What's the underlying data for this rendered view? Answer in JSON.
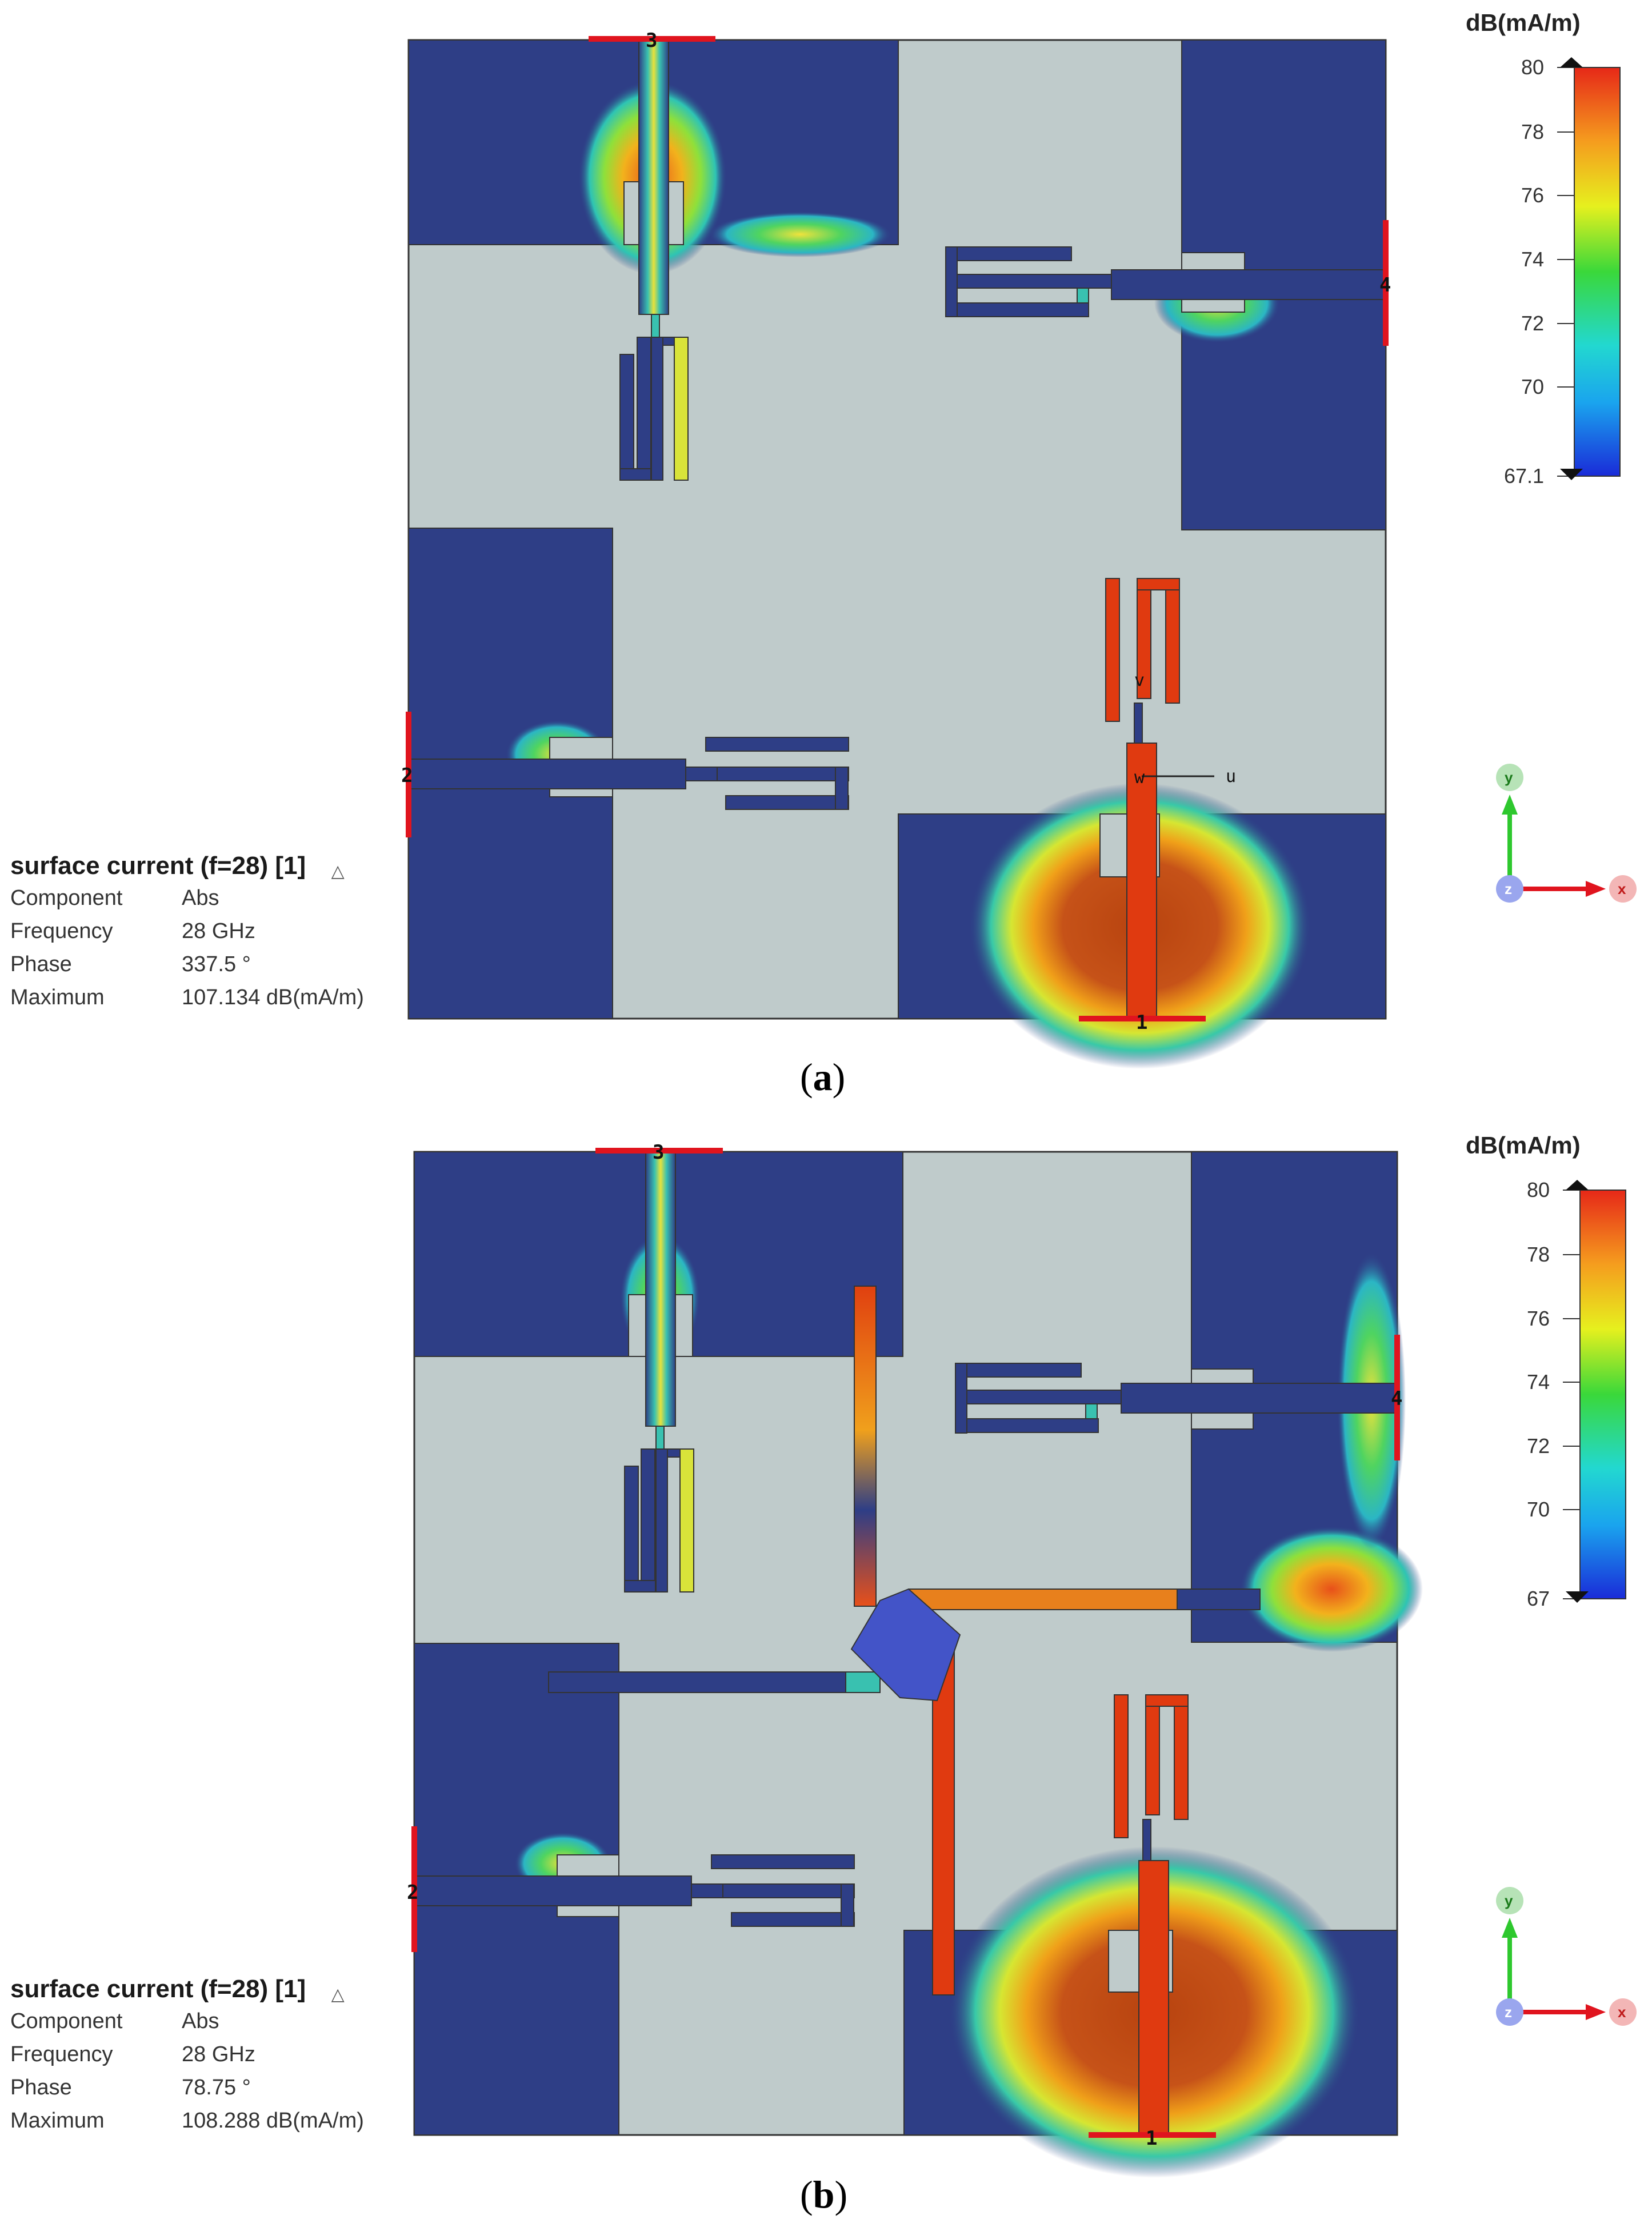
{
  "panels": [
    {
      "id": "a",
      "caption": "a",
      "legend": {
        "unit": "dB(mA/m)",
        "max_label": "80",
        "min_label": "67.1",
        "ticks": [
          "80",
          "78",
          "76",
          "74",
          "72",
          "70",
          "67.1"
        ]
      },
      "info": {
        "title": "surface current (f=28) [1]",
        "rows": [
          {
            "key": "Component",
            "value": "Abs"
          },
          {
            "key": "Frequency",
            "value": "28 GHz"
          },
          {
            "key": "Phase",
            "value": "337.5 °"
          },
          {
            "key": "Maximum",
            "value": "107.134 dB(mA/m)"
          }
        ]
      },
      "ports": [
        "1",
        "2",
        "3",
        "4"
      ],
      "probe_labels": [
        "v",
        "w",
        "u"
      ],
      "axes": {
        "y": "y",
        "z": "z",
        "x": "x"
      }
    },
    {
      "id": "b",
      "caption": "b",
      "legend": {
        "unit": "dB(mA/m)",
        "max_label": "80",
        "min_label": "67",
        "ticks": [
          "80",
          "78",
          "76",
          "74",
          "72",
          "70",
          "67"
        ]
      },
      "info": {
        "title": "surface current (f=28) [1]",
        "rows": [
          {
            "key": "Component",
            "value": "Abs"
          },
          {
            "key": "Frequency",
            "value": "28 GHz"
          },
          {
            "key": "Phase",
            "value": "78.75 °"
          },
          {
            "key": "Maximum",
            "value": "108.288 dB(mA/m)"
          }
        ]
      },
      "ports": [
        "1",
        "2",
        "3",
        "4"
      ],
      "axes": {
        "y": "y",
        "z": "z",
        "x": "x"
      }
    }
  ],
  "colors": {
    "substrate": "#bfcbcb",
    "ground": "#2e3e86",
    "hot": "#e03a10",
    "hot_dark": "#b0400e",
    "port_marker": "#e0141e",
    "outline": "#333333"
  }
}
